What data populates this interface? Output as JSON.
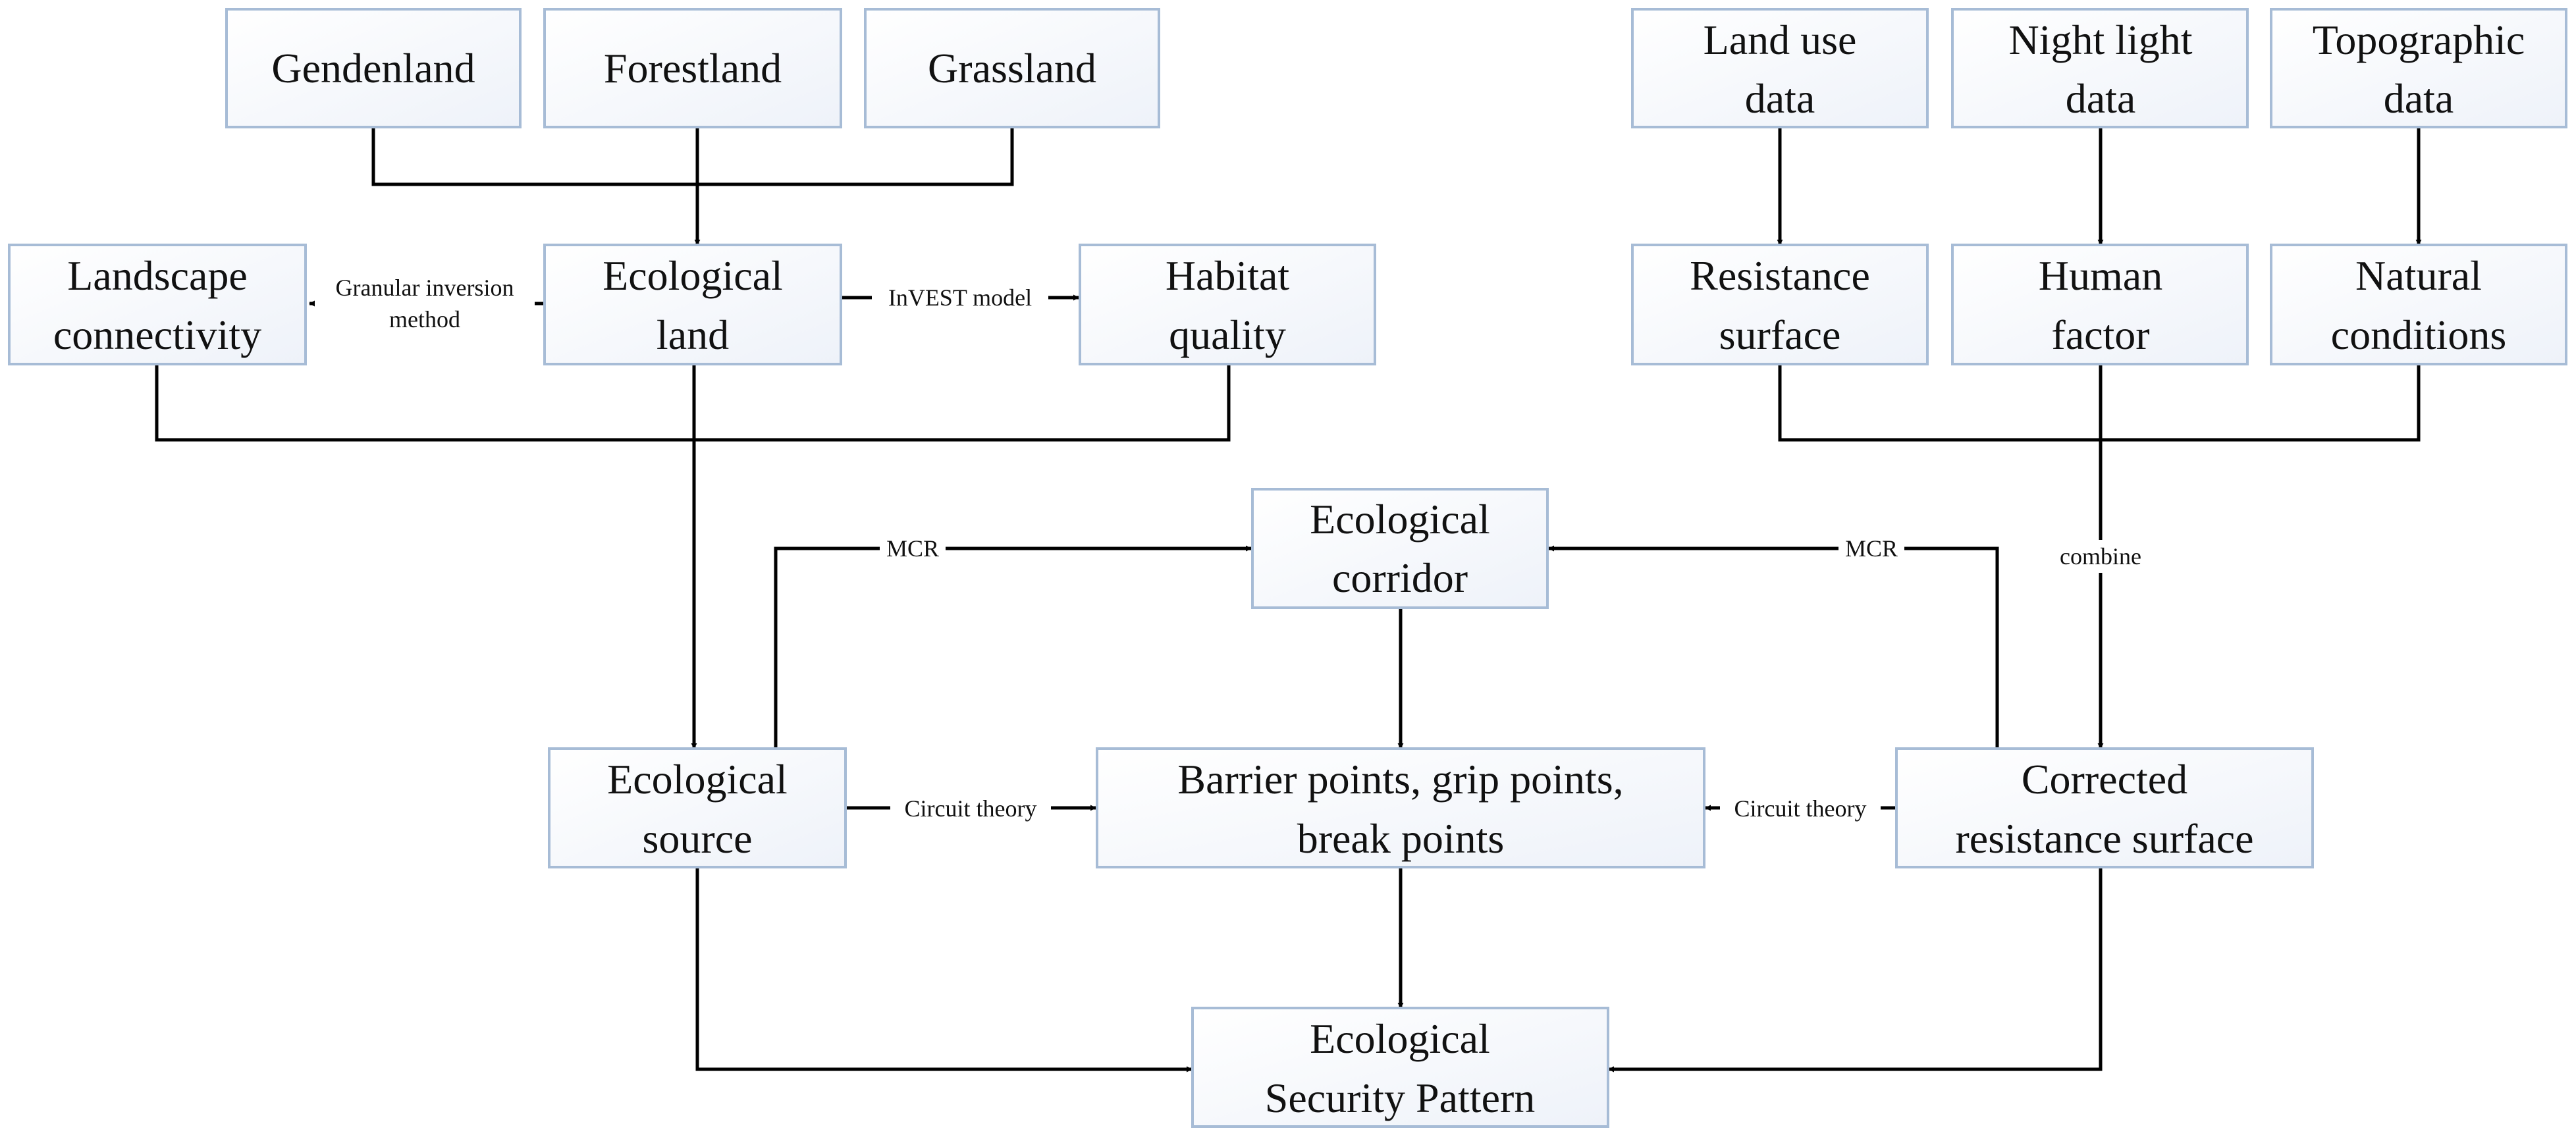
{
  "nodes": {
    "gendenland": [
      "Gendenland"
    ],
    "forestland": [
      "Forestland"
    ],
    "grassland": [
      "Grassland"
    ],
    "land_use_data": [
      "Land use",
      "data"
    ],
    "night_light_data": [
      "Night light",
      "data"
    ],
    "topographic_data": [
      "Topographic",
      "data"
    ],
    "landscape_connectivity": [
      "Landscape",
      "connectivity"
    ],
    "ecological_land": [
      "Ecological",
      "land"
    ],
    "habitat_quality": [
      "Habitat",
      "quality"
    ],
    "resistance_surface": [
      "Resistance",
      "surface"
    ],
    "human_factor": [
      "Human",
      "factor"
    ],
    "natural_conditions": [
      "Natural",
      "conditions"
    ],
    "ecological_corridor": [
      "Ecological",
      "corridor"
    ],
    "ecological_source": [
      "Ecological",
      "source"
    ],
    "barrier_points": [
      "Barrier points, grip points,",
      "break points"
    ],
    "corrected_resistance_surface": [
      "Corrected",
      "resistance surface"
    ],
    "ecological_security_pattern": [
      "Ecological",
      "Security Pattern"
    ]
  },
  "edge_labels": {
    "granular_inversion": [
      "Granular inversion",
      "method"
    ],
    "invest_model": "InVEST model",
    "mcr_left": "MCR",
    "mcr_right": "MCR",
    "combine": "combine",
    "circuit_left": "Circuit theory",
    "circuit_right": "Circuit theory"
  }
}
